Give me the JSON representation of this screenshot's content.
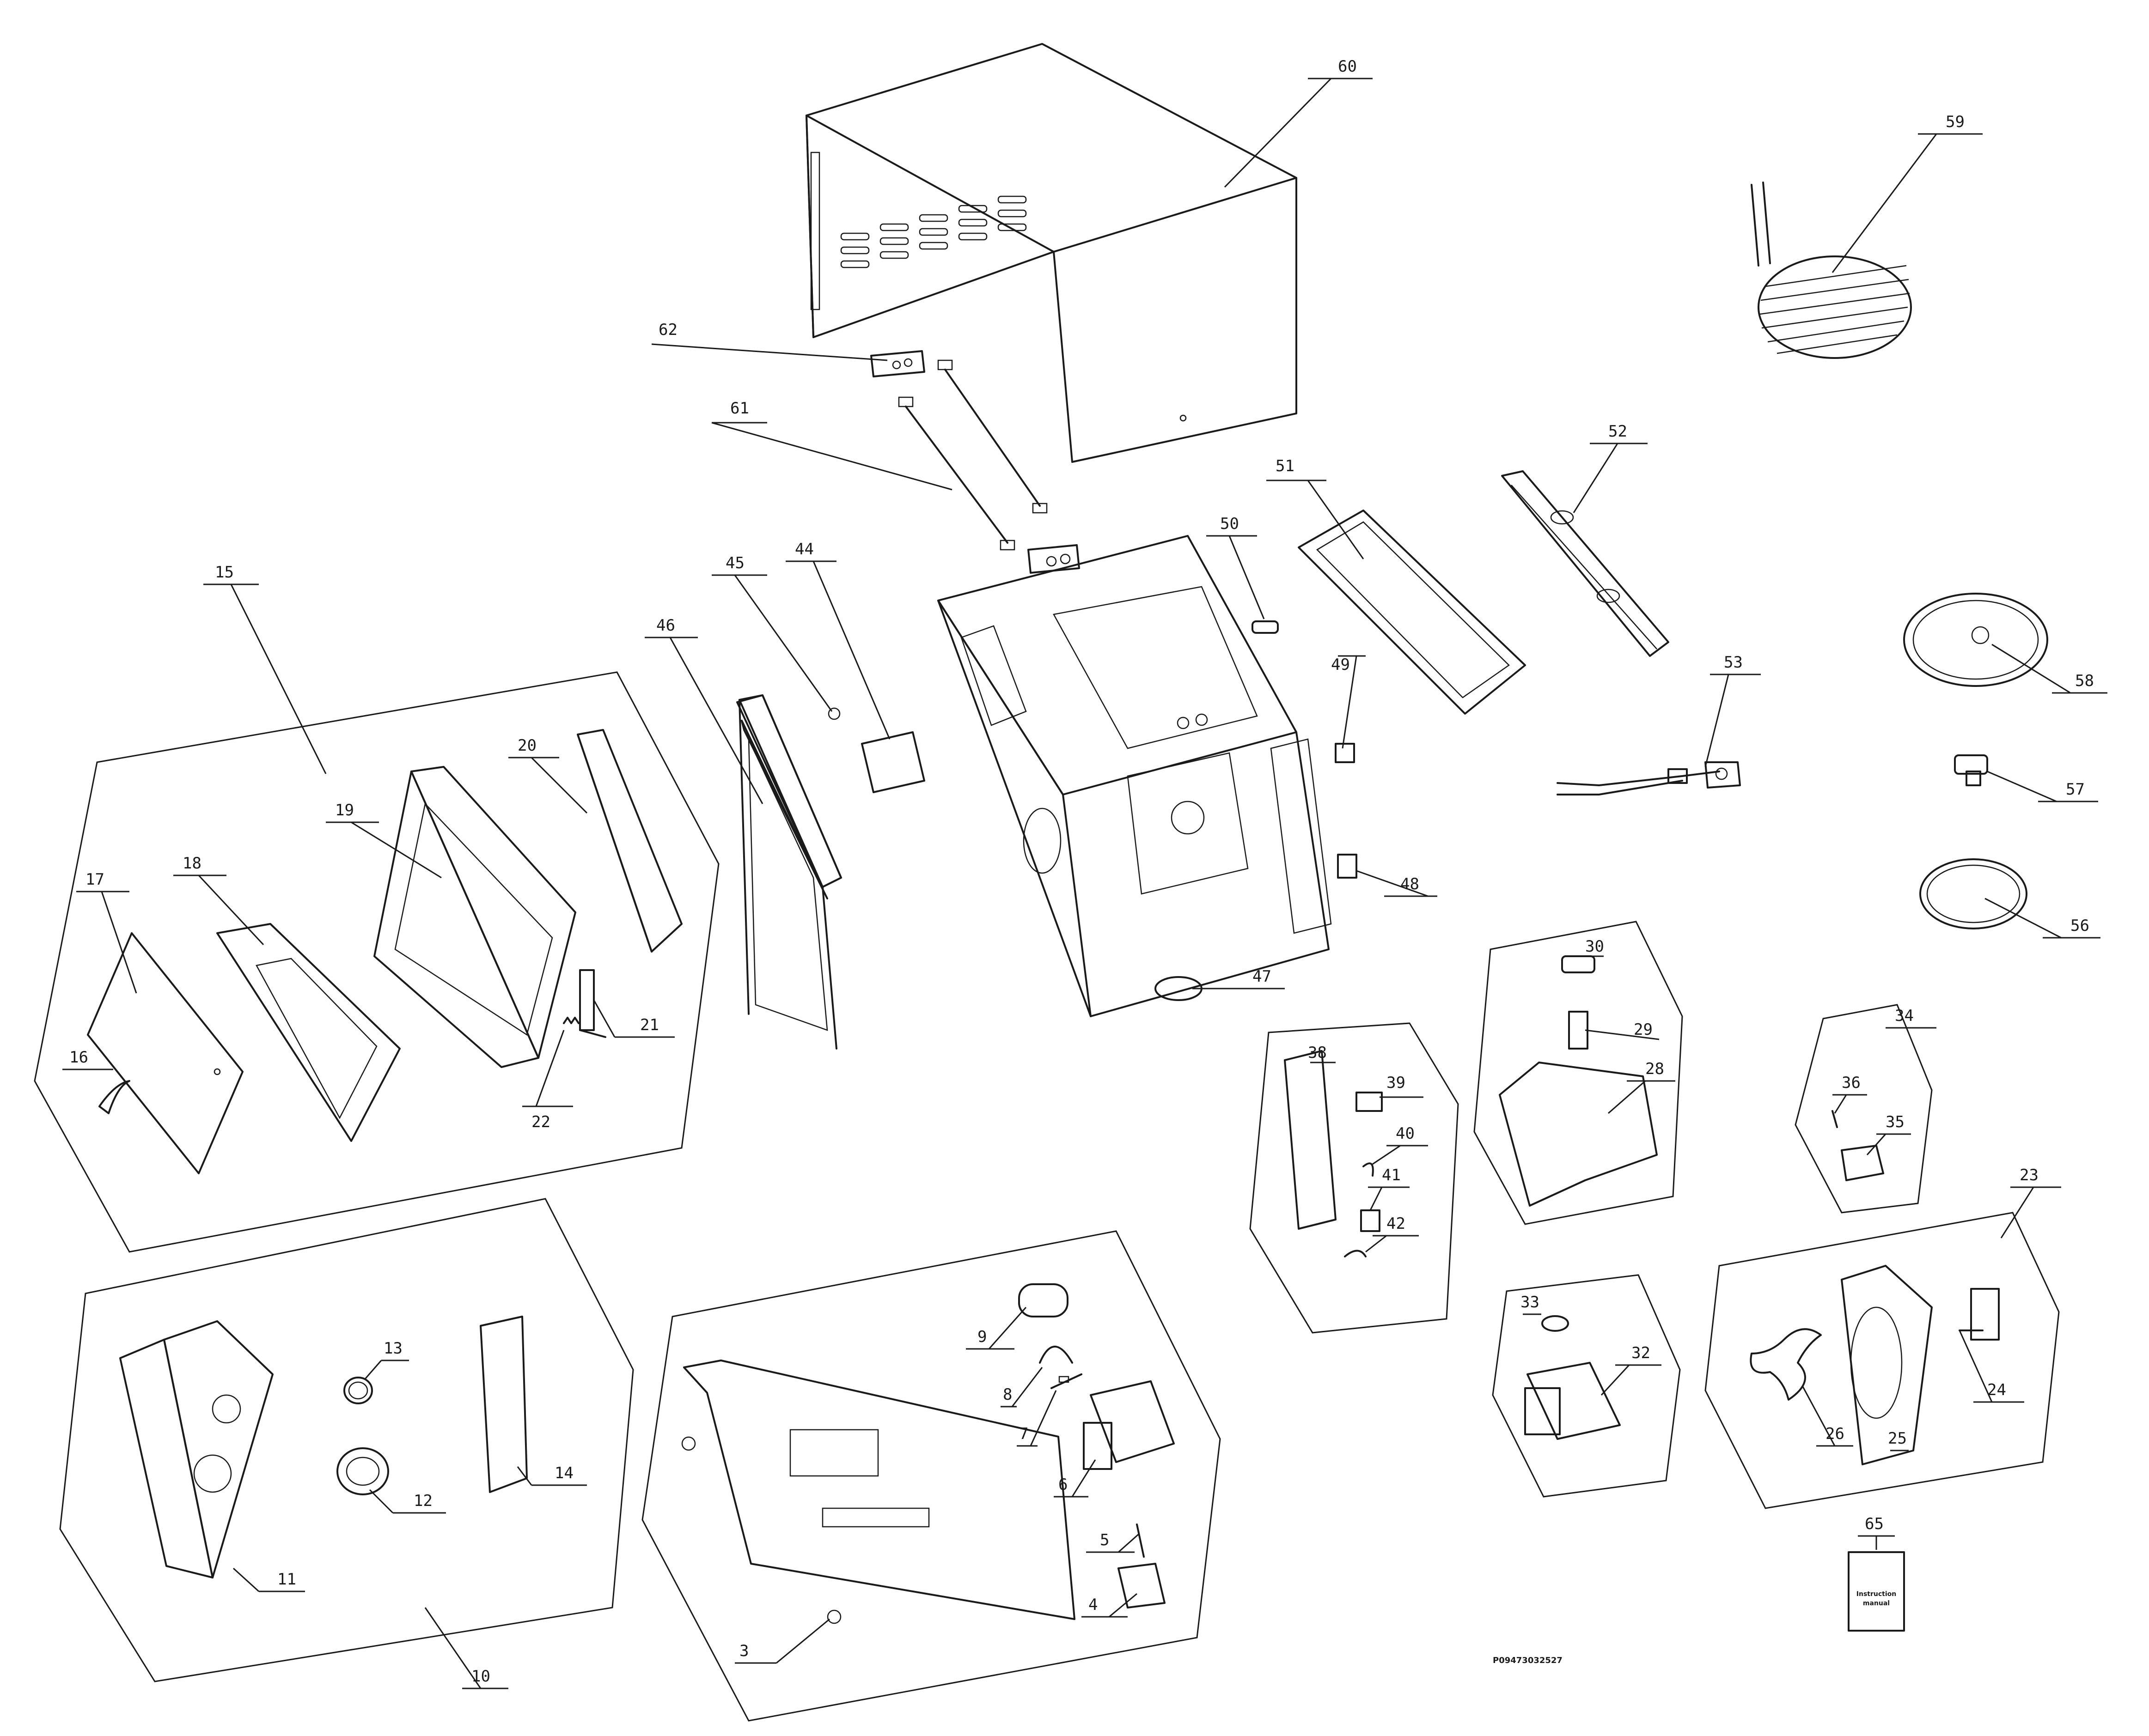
{
  "diagram": {
    "callouts": {
      "p3": "3",
      "p4": "4",
      "p5": "5",
      "p6": "6",
      "p7": "7",
      "p8": "8",
      "p9": "9",
      "p10": "10",
      "p11": "11",
      "p12": "12",
      "p13": "13",
      "p14": "14",
      "p15": "15",
      "p16": "16",
      "p17": "17",
      "p18": "18",
      "p19": "19",
      "p20": "20",
      "p21": "21",
      "p22": "22",
      "p23": "23",
      "p24": "24",
      "p25": "25",
      "p26": "26",
      "p28": "28",
      "p29": "29",
      "p30": "30",
      "p32": "32",
      "p33": "33",
      "p34": "34",
      "p35": "35",
      "p36": "36",
      "p38": "38",
      "p39": "39",
      "p40": "40",
      "p41": "41",
      "p42": "42",
      "p44": "44",
      "p45": "45",
      "p46": "46",
      "p47": "47",
      "p48": "48",
      "p49": "49",
      "p50": "50",
      "p51": "51",
      "p52": "52",
      "p53": "53",
      "p56": "56",
      "p57": "57",
      "p58": "58",
      "p59": "59",
      "p60": "60",
      "p61": "61",
      "p62": "62",
      "p65": "65"
    },
    "manual_label_line1": "Instruction",
    "manual_label_line2": "manual",
    "document_code": "P09473032527"
  }
}
